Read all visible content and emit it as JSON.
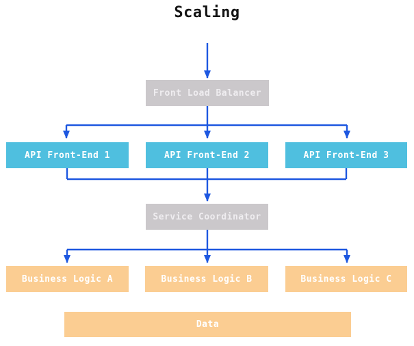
{
  "title": "Scaling",
  "colors": {
    "arrow_blue": "#1d57e0",
    "gray_box": "#cbc8cb",
    "cyan_box": "#4fbfdf",
    "orange_box": "#fbcd92",
    "box_text": "#ffffff",
    "title_text": "#141414"
  },
  "nodes": {
    "front_load_balancer": {
      "label": "Front Load Balancer"
    },
    "api_front_end_1": {
      "label": "API Front-End 1"
    },
    "api_front_end_2": {
      "label": "API Front-End 2"
    },
    "api_front_end_3": {
      "label": "API Front-End 3"
    },
    "service_coordinator": {
      "label": "Service Coordinator"
    },
    "business_logic_a": {
      "label": "Business Logic A"
    },
    "business_logic_b": {
      "label": "Business Logic B"
    },
    "business_logic_c": {
      "label": "Business Logic C"
    },
    "data_store": {
      "label": "Data"
    }
  },
  "edges": [
    {
      "from": "start",
      "to": "front_load_balancer"
    },
    {
      "from": "front_load_balancer",
      "to": "api_front_end_1"
    },
    {
      "from": "front_load_balancer",
      "to": "api_front_end_2"
    },
    {
      "from": "front_load_balancer",
      "to": "api_front_end_3"
    },
    {
      "from": "api_front_end_1",
      "to": "service_coordinator"
    },
    {
      "from": "api_front_end_2",
      "to": "service_coordinator"
    },
    {
      "from": "api_front_end_3",
      "to": "service_coordinator"
    },
    {
      "from": "service_coordinator",
      "to": "business_logic_a"
    },
    {
      "from": "service_coordinator",
      "to": "business_logic_b"
    },
    {
      "from": "service_coordinator",
      "to": "business_logic_c"
    }
  ]
}
